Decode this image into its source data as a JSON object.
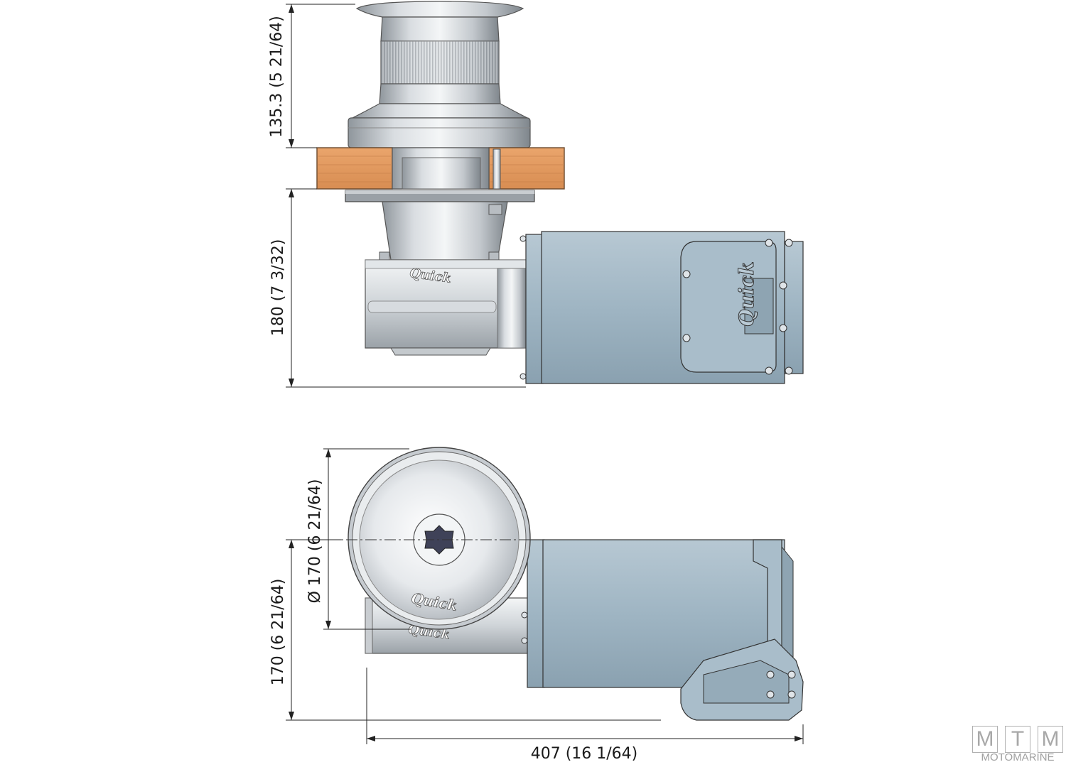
{
  "dimensions": {
    "top_height": "135.3 (5 21/64)",
    "lower_height": "180 (7 3/32)",
    "drum_diameter": "Ø 170 (6 21/64)",
    "side_height": "170 (6 21/64)",
    "overall_length": "407 (16 1/64)"
  },
  "logos": {
    "brand": "Quick"
  },
  "watermark": {
    "letters": [
      "M",
      "T",
      "M"
    ],
    "subtitle": "MOTOMARINE"
  },
  "colors": {
    "motor": "#9fb5c3",
    "deck_wood": "#e29a60",
    "metal": "#d4d8dc",
    "shaft_socket": "#3f4258"
  }
}
